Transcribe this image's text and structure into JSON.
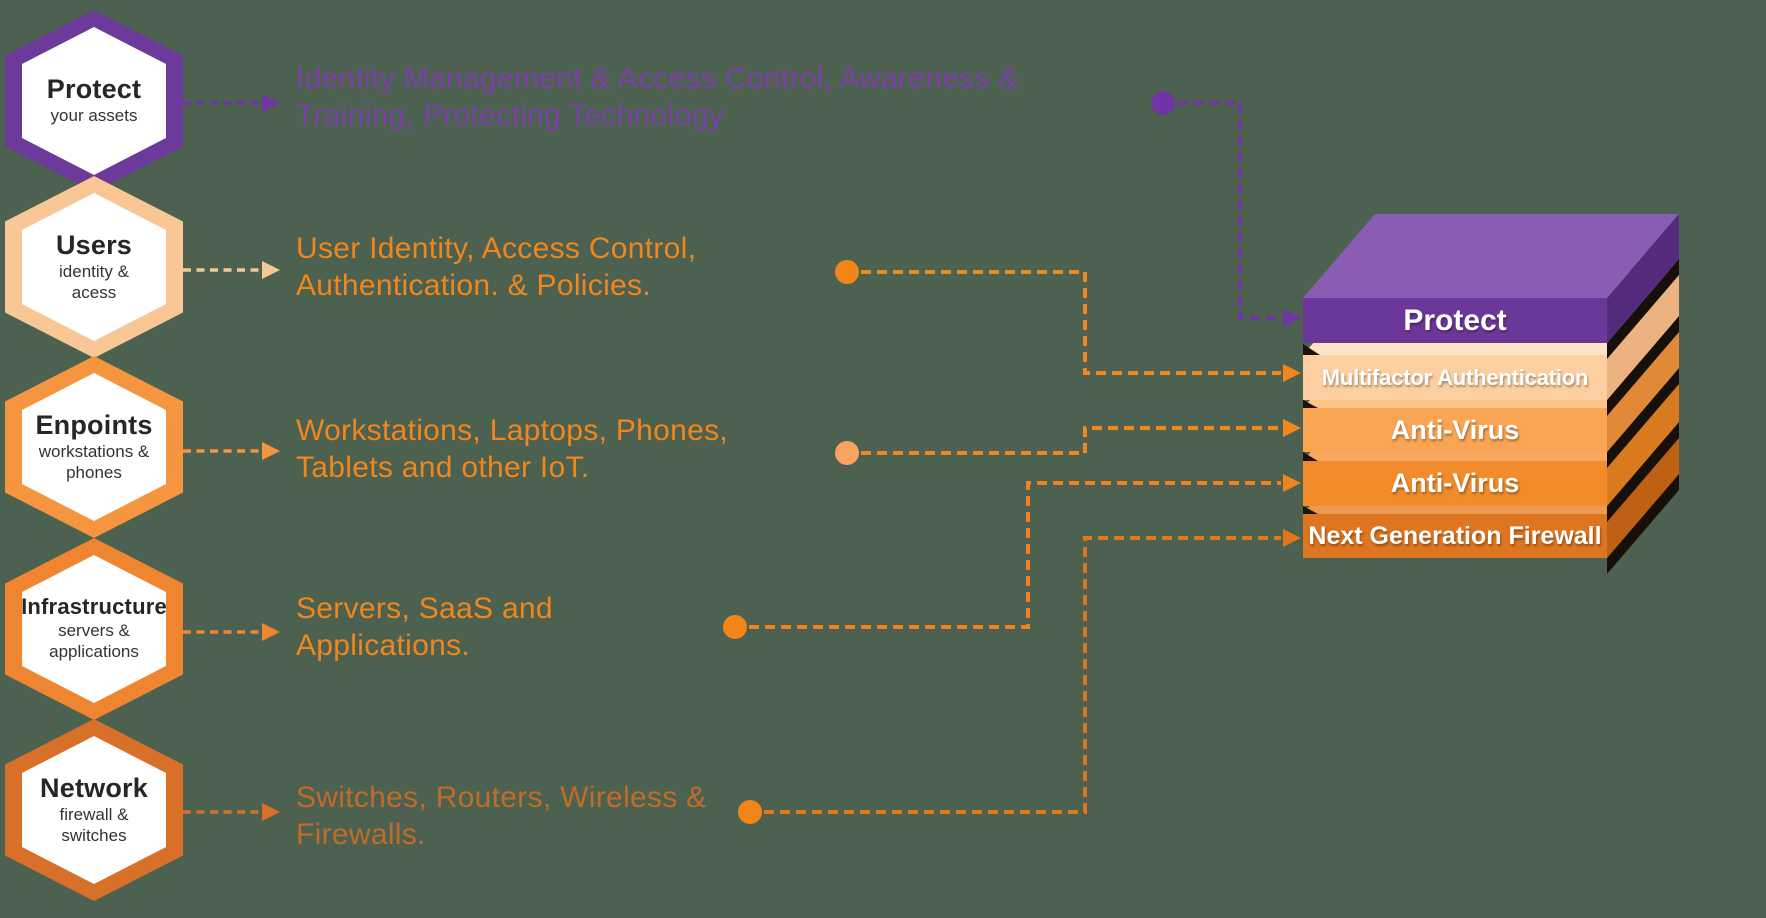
{
  "canvas": {
    "background_color": "#4D6150"
  },
  "hexagons": [
    {
      "title": "Protect",
      "subtitle": "your assets",
      "color": "#6B3A9B",
      "arrow_color": "#7134A3"
    },
    {
      "title": "Users",
      "subtitle": "identity &\nacess",
      "color": "#F8C795",
      "arrow_color": "#F8C795"
    },
    {
      "title": "Enpoints",
      "subtitle": "workstations &\nphones",
      "color": "#F6953F",
      "arrow_color": "#F6953F"
    },
    {
      "title": "Infrastructure",
      "subtitle": "servers &\napplications",
      "color": "#EF8530",
      "arrow_color": "#EF8530"
    },
    {
      "title": "Network",
      "subtitle": "firewall &\nswitches",
      "color": "#D8702A",
      "arrow_color": "#D8702A"
    }
  ],
  "descriptions": [
    {
      "text": "Identity Management & Access Control, Awareness &\nTraining, Protecting Technology",
      "color": "#7B3FA6"
    },
    {
      "text": "User Identity, Access Control,\nAuthentication. & Policies.",
      "color": "#F0861C"
    },
    {
      "text": "Workstations, Laptops, Phones,\nTablets and other IoT.",
      "color": "#F0861C"
    },
    {
      "text": "Servers, SaaS and\nApplications.",
      "color": "#F0861C"
    },
    {
      "text": "Switches, Routers, Wireless &\nFirewalls.",
      "color": "#C06C28"
    }
  ],
  "connectors": [
    {
      "name": "protect-to-protect-layer",
      "line_color": "#7134A3",
      "dot_color": "#7134A3"
    },
    {
      "name": "users-to-multifactor",
      "line_color": "#F0861C",
      "dot_color": "#F28418"
    },
    {
      "name": "endpoints-to-antivirus",
      "line_color": "#F0861C",
      "dot_color": "#F8A35F"
    },
    {
      "name": "infrastructure-to-antivirus",
      "line_color": "#EE8420",
      "dot_color": "#F28418"
    },
    {
      "name": "network-to-firewall",
      "line_color": "#E0761E",
      "dot_color": "#F28418"
    }
  ],
  "stack": {
    "layers": [
      {
        "label": "Protect",
        "front": "#6B3899",
        "top": "#8A5CB4",
        "side": "#542A7D",
        "text_color": "#FFFFFF"
      },
      {
        "label": "Multifactor Authentication",
        "front": "#FBCFA0",
        "top": "#FDE3C6",
        "side": "#ECB380",
        "text_color": "#FFFFFF"
      },
      {
        "label": "Anti-Virus",
        "front": "#F9A553",
        "top": "#FCC387",
        "side": "#E28938",
        "text_color": "#FFFFFF"
      },
      {
        "label": "Anti-Virus",
        "front": "#F18B2B",
        "top": "#F6A95F",
        "side": "#D97A1E",
        "text_color": "#FFFFFF"
      },
      {
        "label": "Next Generation Firewall",
        "front": "#DE7520",
        "top": "#EC9A4F",
        "side": "#BE6114",
        "text_color": "#FFFFFF"
      }
    ],
    "shadow_color": "#17100A"
  }
}
